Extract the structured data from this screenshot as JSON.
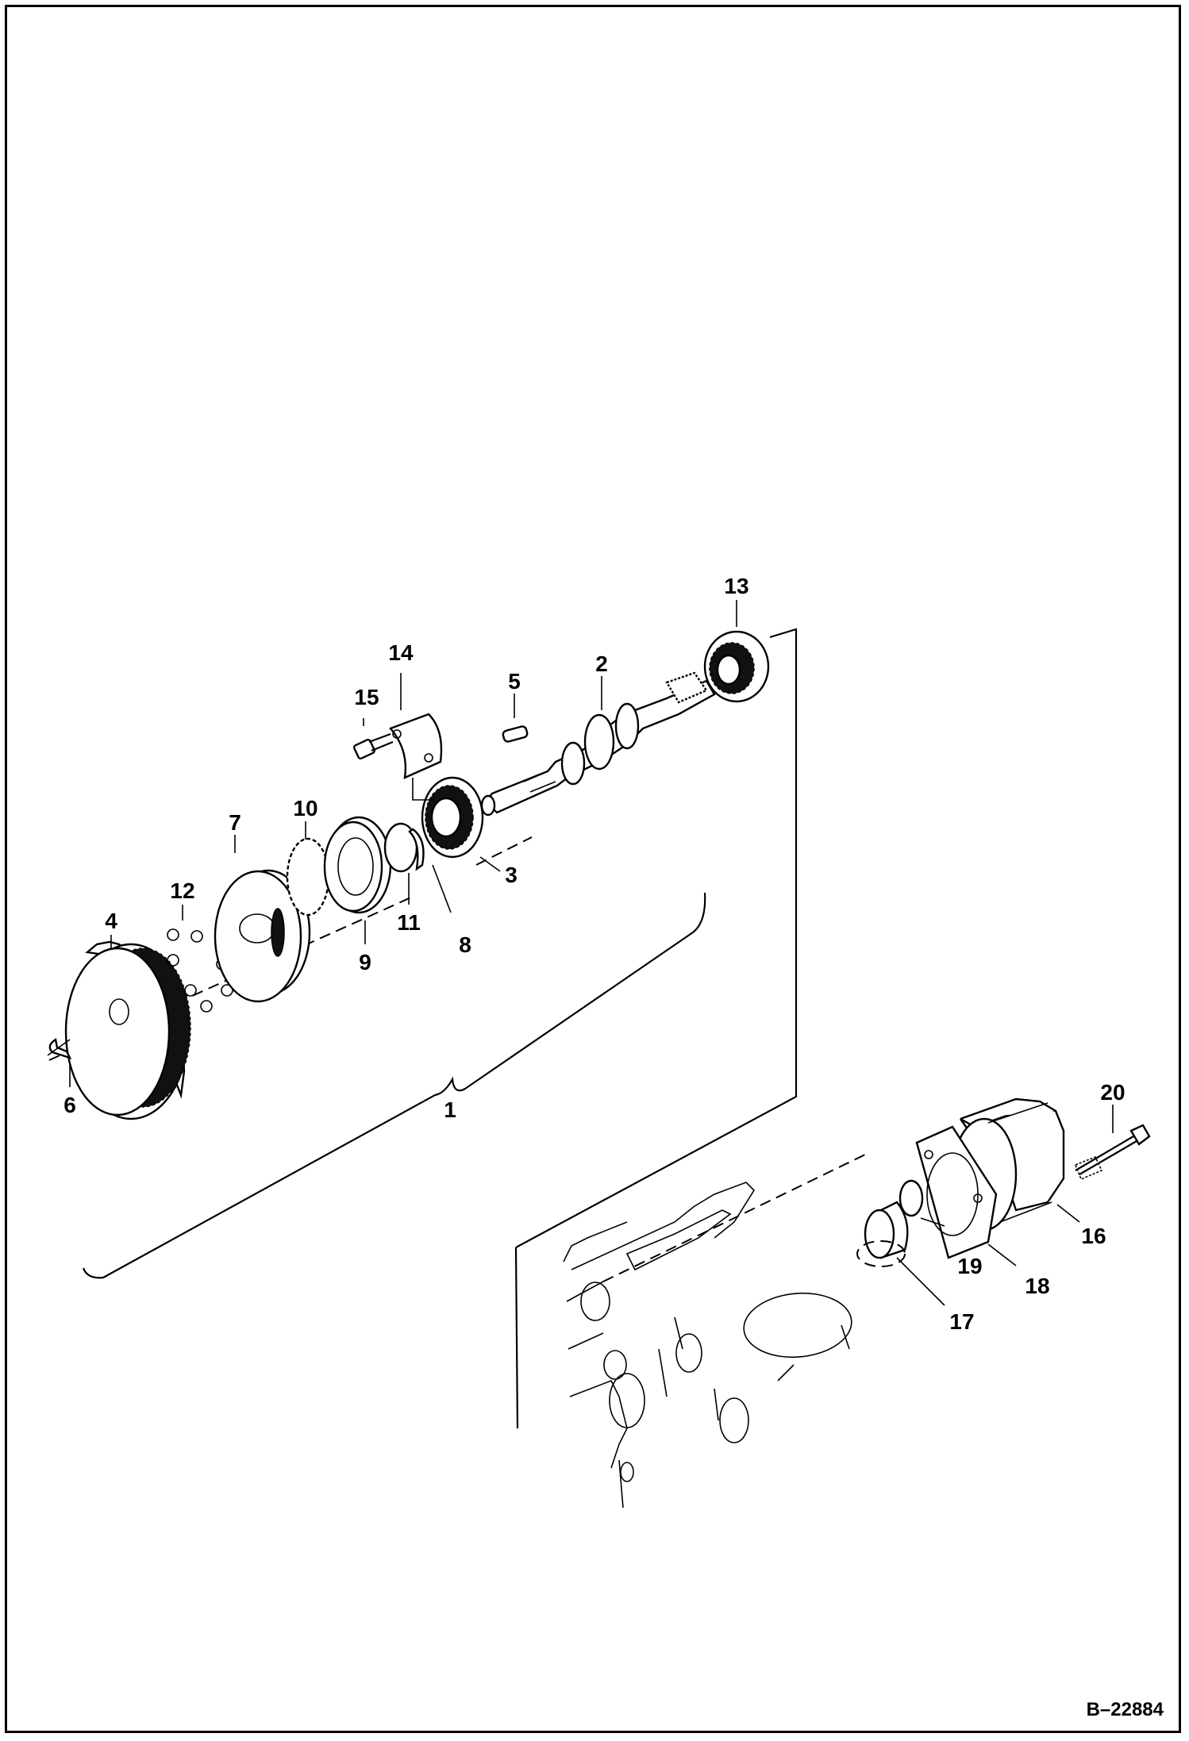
{
  "diagram": {
    "reference_code": "B–22884",
    "callouts": {
      "c1": "1",
      "c2": "2",
      "c3": "3",
      "c4": "4",
      "c5": "5",
      "c6": "6",
      "c7": "7",
      "c8": "8",
      "c9": "9",
      "c10": "10",
      "c11": "11",
      "c12": "12",
      "c13": "13",
      "c14": "14",
      "c15": "15",
      "c16": "16",
      "c17": "17",
      "c18": "18",
      "c19": "19",
      "c20": "20"
    }
  }
}
